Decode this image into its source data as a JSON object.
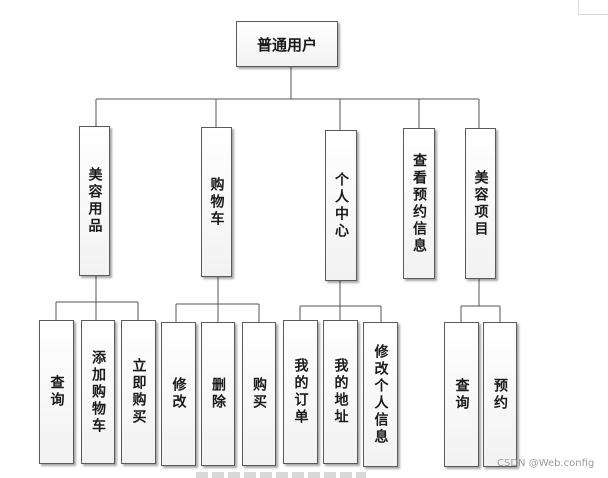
{
  "root": {
    "label": "普通用户"
  },
  "categories": [
    {
      "id": "beauty-supplies",
      "label": "美容用品",
      "children": [
        "查询",
        "添加购物车",
        "立即购买"
      ]
    },
    {
      "id": "cart",
      "label": "购物车",
      "children": [
        "修改",
        "删除",
        "购买"
      ]
    },
    {
      "id": "personal-center",
      "label": "个人中心",
      "children": [
        "我的订单",
        "我的地址",
        "修改个人信息"
      ]
    },
    {
      "id": "booking-info",
      "label": "查看预约信息",
      "children": []
    },
    {
      "id": "beauty-projects",
      "label": "美容项目",
      "children": [
        "查询",
        "预约"
      ]
    }
  ],
  "watermark": "CSDN @Web.config"
}
